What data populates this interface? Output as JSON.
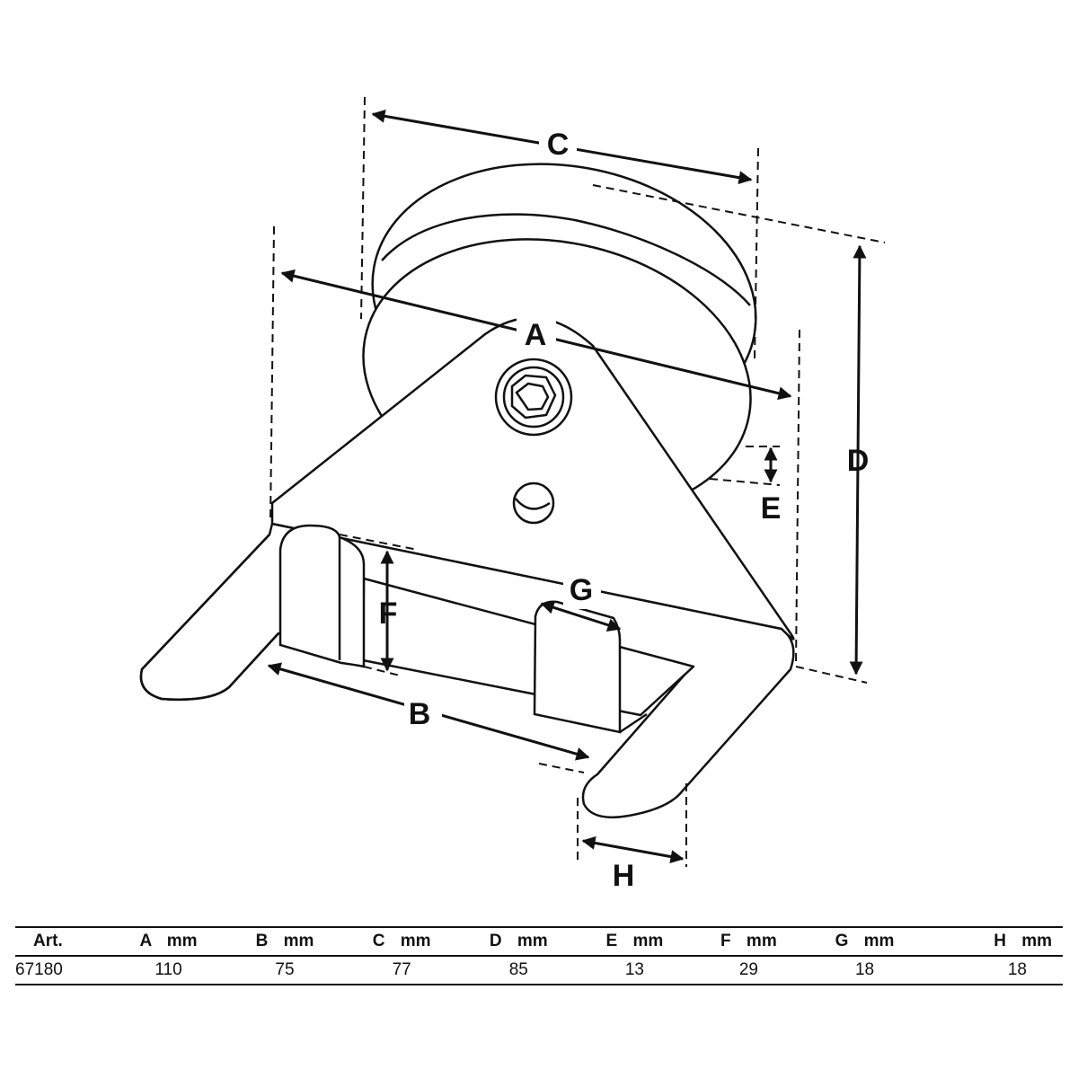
{
  "labels": {
    "a": "A",
    "b": "B",
    "c": "C",
    "d": "D",
    "e": "E",
    "f": "F",
    "g": "G",
    "h": "H"
  },
  "table": {
    "headers": [
      "Art.",
      "A mm",
      "B mm",
      "C mm",
      "D mm",
      "E mm",
      "F mm",
      "G mm",
      "H mm"
    ],
    "rows": [
      [
        "67180",
        "110",
        "75",
        "77",
        "85",
        "13",
        "29",
        "18",
        "18"
      ]
    ]
  },
  "colors": {
    "line": "#111111",
    "background": "#ffffff"
  }
}
